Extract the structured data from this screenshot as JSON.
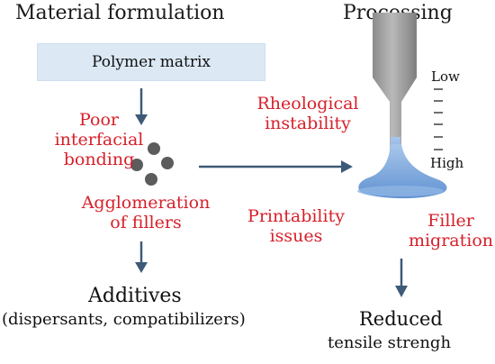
{
  "headings": {
    "material": "Material formulation",
    "processing": "Processing"
  },
  "polymer_matrix": "Polymer matrix",
  "issues": {
    "poor_interfacial": [
      "Poor",
      "interfacial",
      "bonding"
    ],
    "agglomeration": [
      "Agglomeration",
      "of fillers"
    ],
    "rheological": [
      "Rheological",
      "instability"
    ],
    "printability": [
      "Printability",
      "issues"
    ],
    "filler_migration": [
      "Filler",
      "migration"
    ]
  },
  "outcomes": {
    "additives_title": "Additives",
    "additives_detail": "(dispersants, compatibilizers)",
    "reduced_title": "Reduced",
    "reduced_detail": "tensile strengh"
  },
  "scale": {
    "low": "Low",
    "high": "High"
  },
  "colors": {
    "issue_text": "#d6202a",
    "arrow": "#3d5a78",
    "box_fill": "#dce9f5",
    "nozzle": "#9a9a9a",
    "fluid": "#7aa8dd"
  }
}
